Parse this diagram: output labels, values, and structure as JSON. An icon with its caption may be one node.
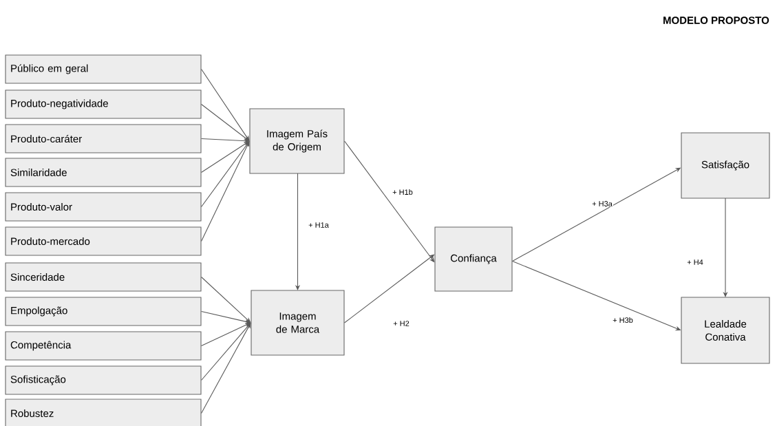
{
  "diagram": {
    "title": "MODELO PROPOSTO",
    "nodes": [
      {
        "text": [
          "Público em geral"
        ]
      },
      {
        "text": [
          "Produto-negatividade"
        ]
      },
      {
        "text": [
          "Produto-caráter"
        ]
      },
      {
        "text": [
          "Similaridade"
        ]
      },
      {
        "text": [
          "Produto-valor"
        ]
      },
      {
        "text": [
          "Produto-mercado"
        ]
      },
      {
        "text": [
          "Imagem País de Origem"
        ]
      },
      {
        "text": [
          "Sinceridade"
        ]
      },
      {
        "text": [
          "Empolgação"
        ]
      },
      {
        "text": [
          "Competência"
        ]
      },
      {
        "text": [
          "Sofisticação"
        ]
      },
      {
        "text": [
          "Robustez"
        ]
      },
      {
        "text": [
          "Imagem de Marca"
        ]
      },
      {
        "text": [
          "Confiança"
        ]
      },
      {
        "text": [
          "Satisfação"
        ]
      },
      {
        "text": [
          "Lealdade Conativa"
        ]
      }
    ],
    "edges": [
      {
        "from": 0,
        "to": 6,
        "arrow": "to"
      },
      {
        "from": 1,
        "to": 6,
        "arrow": "to"
      },
      {
        "from": 2,
        "to": 6,
        "arrow": "to"
      },
      {
        "from": 3,
        "to": 6,
        "arrow": "to"
      },
      {
        "from": 4,
        "to": 6,
        "arrow": "to"
      },
      {
        "from": 5,
        "to": 6,
        "arrow": "to"
      },
      {
        "from": 7,
        "to": 12,
        "arrow": "to"
      },
      {
        "from": 8,
        "to": 12,
        "arrow": "to"
      },
      {
        "from": 9,
        "to": 12,
        "arrow": "to"
      },
      {
        "from": 10,
        "to": 12,
        "arrow": "to"
      },
      {
        "from": 11,
        "to": 12,
        "arrow": "to"
      },
      {
        "from": 6,
        "to": 12,
        "arrow": "to",
        "label": "+ H1a"
      },
      {
        "from": 6,
        "to": 13,
        "arrow": "to",
        "label": "+ H1b"
      },
      {
        "from": 12,
        "to": 13,
        "arrow": "to",
        "label": "+ H2"
      },
      {
        "from": 13,
        "to": 14,
        "arrow": "to",
        "label": "+ H3a"
      },
      {
        "from": 13,
        "to": 15,
        "arrow": "to",
        "label": "+ H3b"
      },
      {
        "from": 14,
        "to": 15,
        "arrow": "to",
        "label": "+ H4"
      }
    ]
  }
}
